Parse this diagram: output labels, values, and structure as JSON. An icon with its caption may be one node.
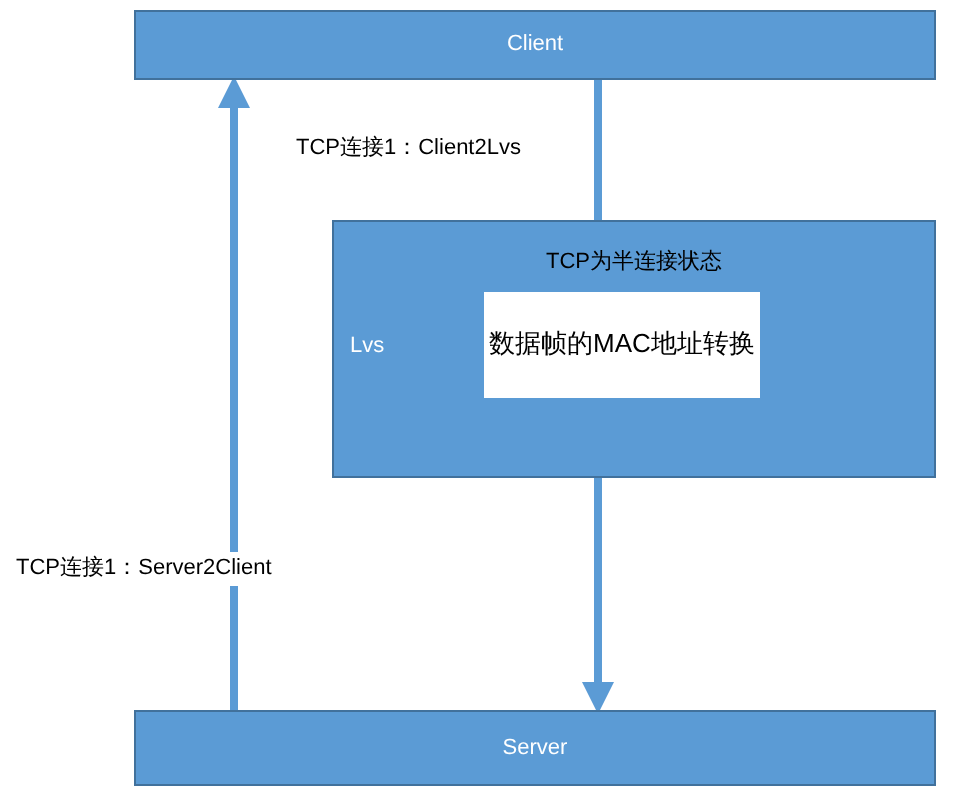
{
  "diagram": {
    "nodes": [
      {
        "text": [
          "Client"
        ]
      },
      {
        "text": [
          "TCP为半连接状态",
          "Lvs"
        ]
      },
      {
        "text": [
          "数据帧的MAC地址转换"
        ],
        "in": 1
      },
      {
        "text": [
          "Server"
        ]
      }
    ],
    "edges": [
      {
        "from": 3,
        "to": 0,
        "arrow": "to",
        "label": "TCP连接1：Server2Client"
      },
      {
        "from": 0,
        "to": 1,
        "arrow": "none",
        "label": "TCP连接1：Client2Lvs"
      },
      {
        "from": 1,
        "to": 3,
        "arrow": "to"
      }
    ]
  }
}
